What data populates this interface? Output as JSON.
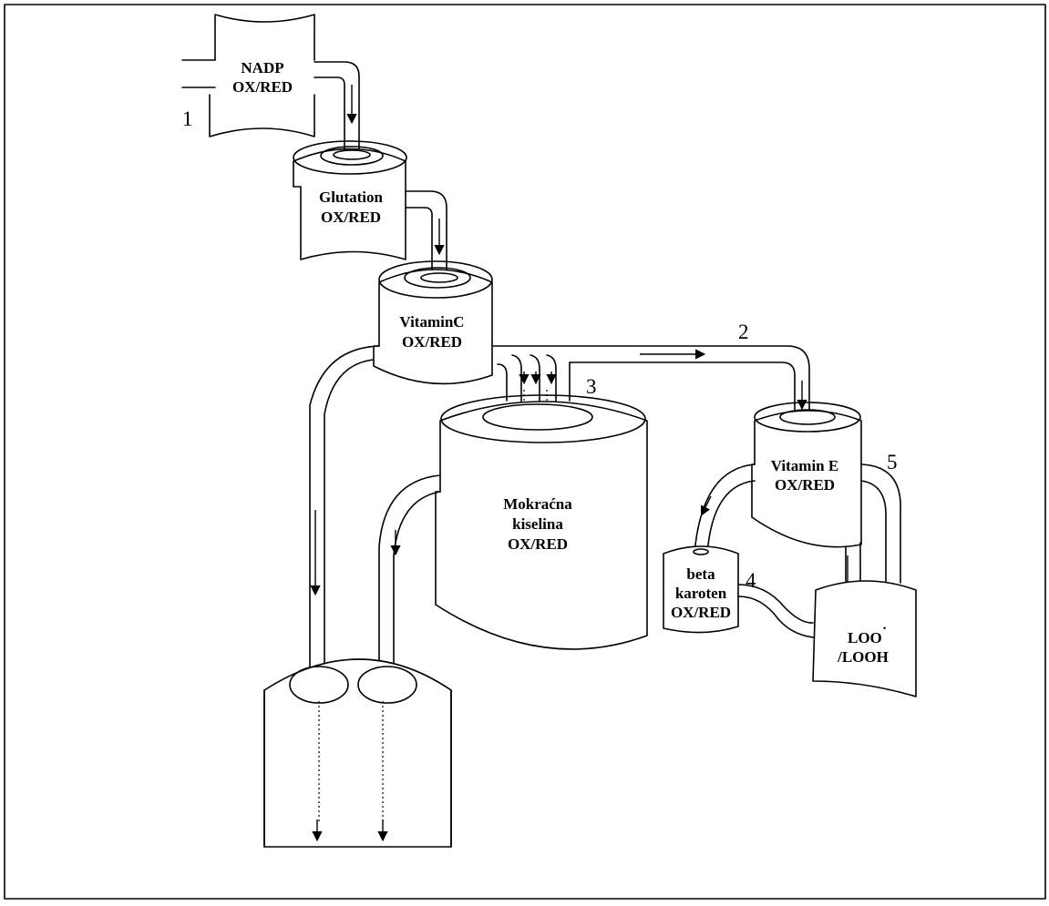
{
  "containers": {
    "nadp": {
      "line1": "NADP",
      "line2": "OX/RED"
    },
    "glutation": {
      "line1": "Glutation",
      "line2": "OX/RED"
    },
    "vitamin_c": {
      "line1": "VitaminC",
      "line2": "OX/RED"
    },
    "mokracna": {
      "line1": "Mokraćna",
      "line2": "kiselina",
      "line3": "OX/RED"
    },
    "vitamin_e": {
      "line1": "Vitamin E",
      "line2": "OX/RED"
    },
    "beta": {
      "line1": "beta",
      "line2": "karoten",
      "line3": "OX/RED"
    },
    "loo": {
      "line1": "LOO",
      "line1_sup": "˙",
      "line2": "/LOOH"
    }
  },
  "numbers": {
    "n1": "1",
    "n2": "2",
    "n3": "3",
    "n4": "4",
    "n5": "5"
  }
}
